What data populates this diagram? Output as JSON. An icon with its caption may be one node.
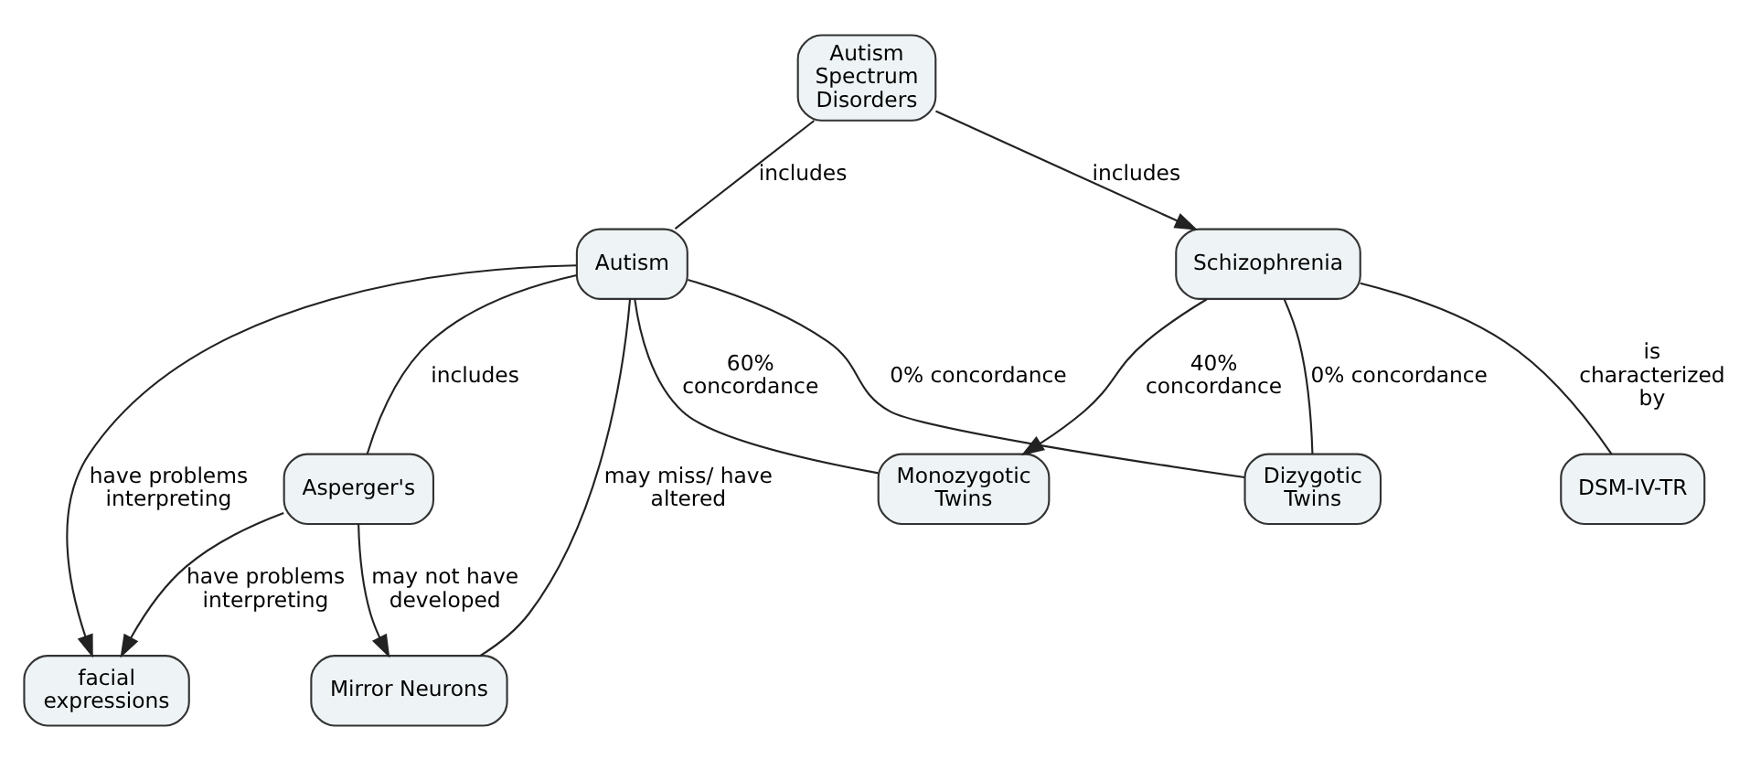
{
  "diagram": {
    "nodes": [
      {
        "text": [
          "Autism Spectrum Disorders"
        ]
      },
      {
        "text": [
          "facial expressions"
        ]
      },
      {
        "text": [
          "Autism"
        ]
      },
      {
        "text": [
          "Monozygotic Twins"
        ]
      },
      {
        "text": [
          "Schizophrenia"
        ]
      },
      {
        "text": [
          "Mirror Neurons"
        ]
      },
      {
        "text": [
          "Dizygotic Twins"
        ]
      },
      {
        "text": [
          "Asperger's"
        ]
      },
      {
        "text": [
          "DSM-IV-TR"
        ]
      }
    ],
    "edges": [
      {
        "from": 0,
        "to": 2,
        "arrow": "none",
        "label": "includes"
      },
      {
        "from": 0,
        "to": 4,
        "arrow": "to",
        "label": "includes"
      },
      {
        "from": 2,
        "to": 1,
        "arrow": "to",
        "label": "have problems interpreting"
      },
      {
        "from": 2,
        "to": 5,
        "arrow": "none",
        "label": "may miss/ have altered"
      },
      {
        "from": 2,
        "to": 3,
        "arrow": "none",
        "label": "60% concordance"
      },
      {
        "from": 2,
        "to": 6,
        "arrow": "none",
        "label": "0% concordance"
      },
      {
        "from": 2,
        "to": 7,
        "arrow": "none",
        "label": "includes"
      },
      {
        "from": 4,
        "to": 3,
        "arrow": "to",
        "label": "40% concordance"
      },
      {
        "from": 4,
        "to": 6,
        "arrow": "none",
        "label": "0% concordance"
      },
      {
        "from": 4,
        "to": 8,
        "arrow": "none",
        "label": "is characterized by"
      },
      {
        "from": 7,
        "to": 1,
        "arrow": "to",
        "label": "have problems interpreting"
      },
      {
        "from": 7,
        "to": 5,
        "arrow": "to",
        "label": "may not have developed"
      }
    ]
  }
}
